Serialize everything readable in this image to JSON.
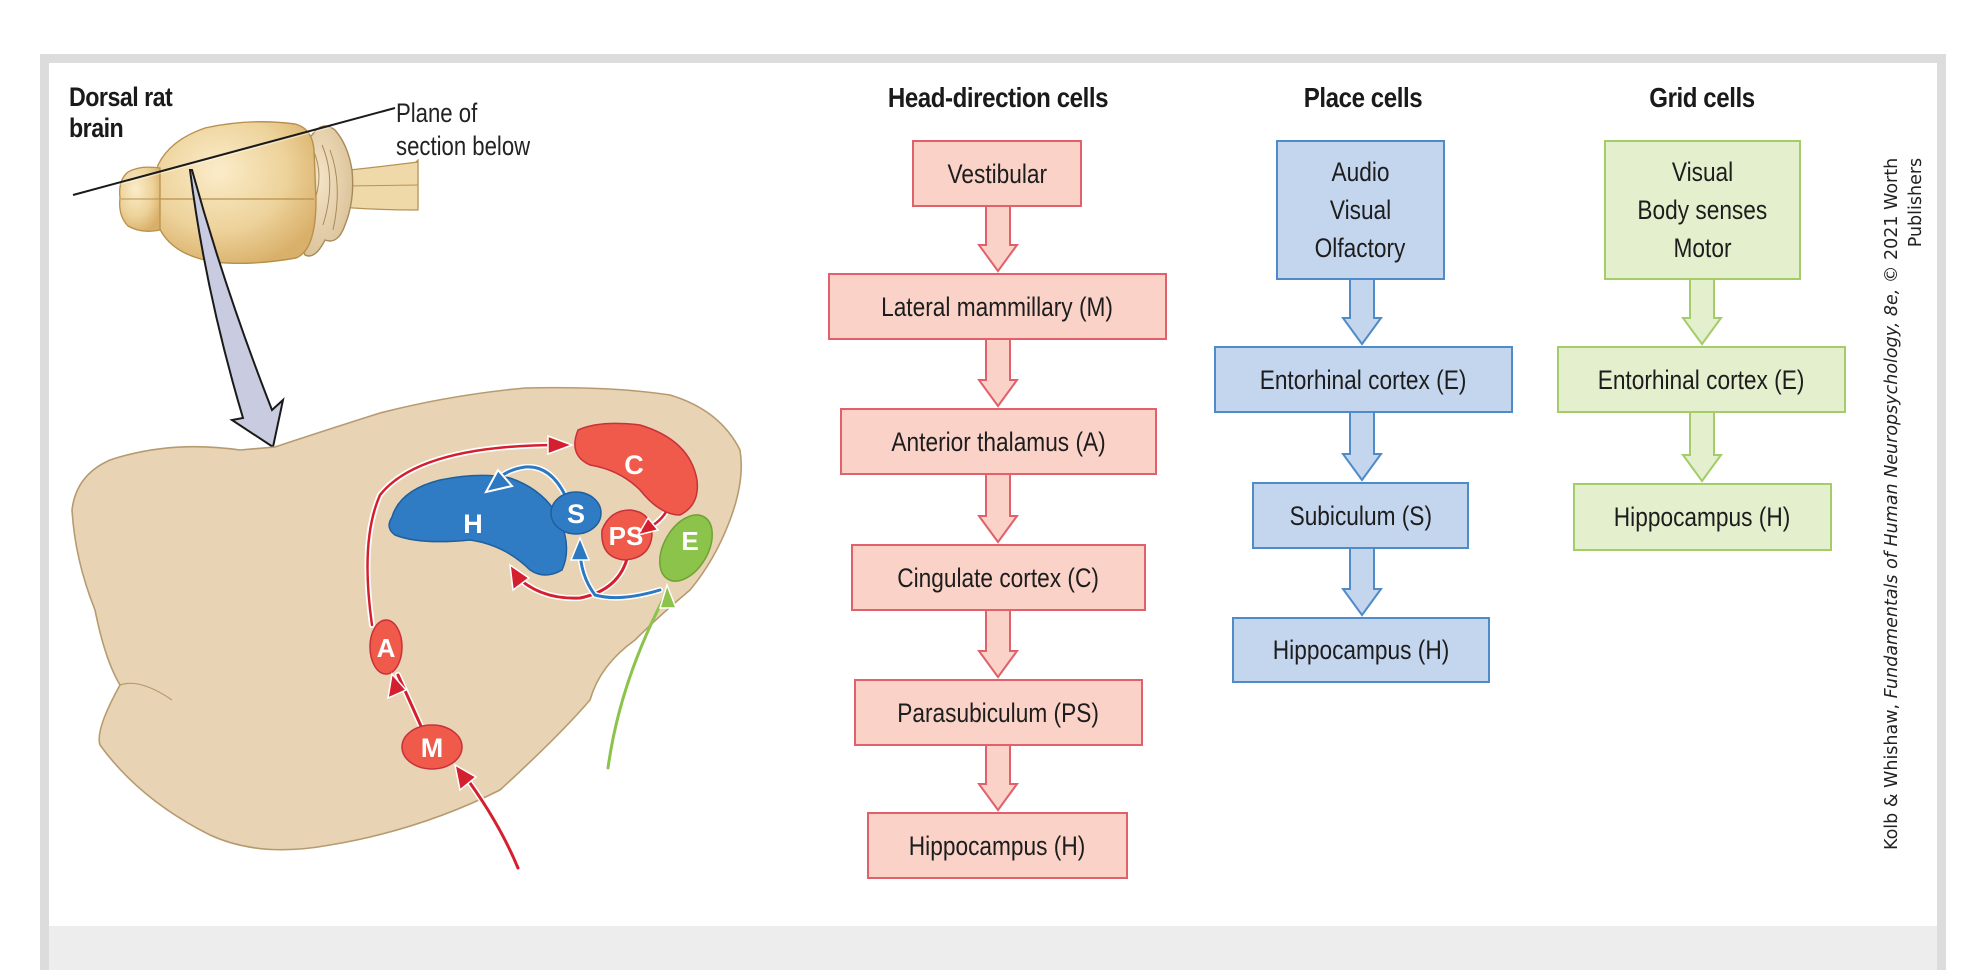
{
  "figure": {
    "top_view_label_line1": "Dorsal rat",
    "top_view_label_line2": "brain",
    "plane_label_line1": "Plane of",
    "plane_label_line2": "section below",
    "section_nodes": {
      "H": "H",
      "S": "S",
      "C": "C",
      "PS": "PS",
      "E": "E",
      "A": "A",
      "M": "M"
    },
    "colors": {
      "head_direction": "#ef5a4a",
      "place": "#3a85c8",
      "grid": "#8cc34a",
      "brain_tissue": "#e8d4b4",
      "pointer_arrow": "#c9cce0"
    }
  },
  "columns": {
    "head_direction": {
      "title": "Head-direction cells",
      "boxes": [
        "Vestibular",
        "Lateral mammillary (M)",
        "Anterior thalamus (A)",
        "Cingulate cortex (C)",
        "Parasubiculum (PS)",
        "Hippocampus (H)"
      ]
    },
    "place": {
      "title": "Place cells",
      "boxes": [
        [
          "Audio",
          "Visual",
          "Olfactory"
        ],
        "Entorhinal cortex (E)",
        "Subiculum (S)",
        "Hippocampus (H)"
      ]
    },
    "grid": {
      "title": "Grid cells",
      "boxes": [
        [
          "Visual",
          "Body senses",
          "Motor"
        ],
        "Entorhinal cortex (E)",
        "Hippocampus (H)"
      ]
    }
  },
  "caption": {
    "authors": "Kolb & Whishaw, ",
    "book_title": "Fundamentals of Human Neuropsychology, 8e,",
    "rights": " © 2021 Worth",
    "publisher_line2": "Publishers"
  }
}
